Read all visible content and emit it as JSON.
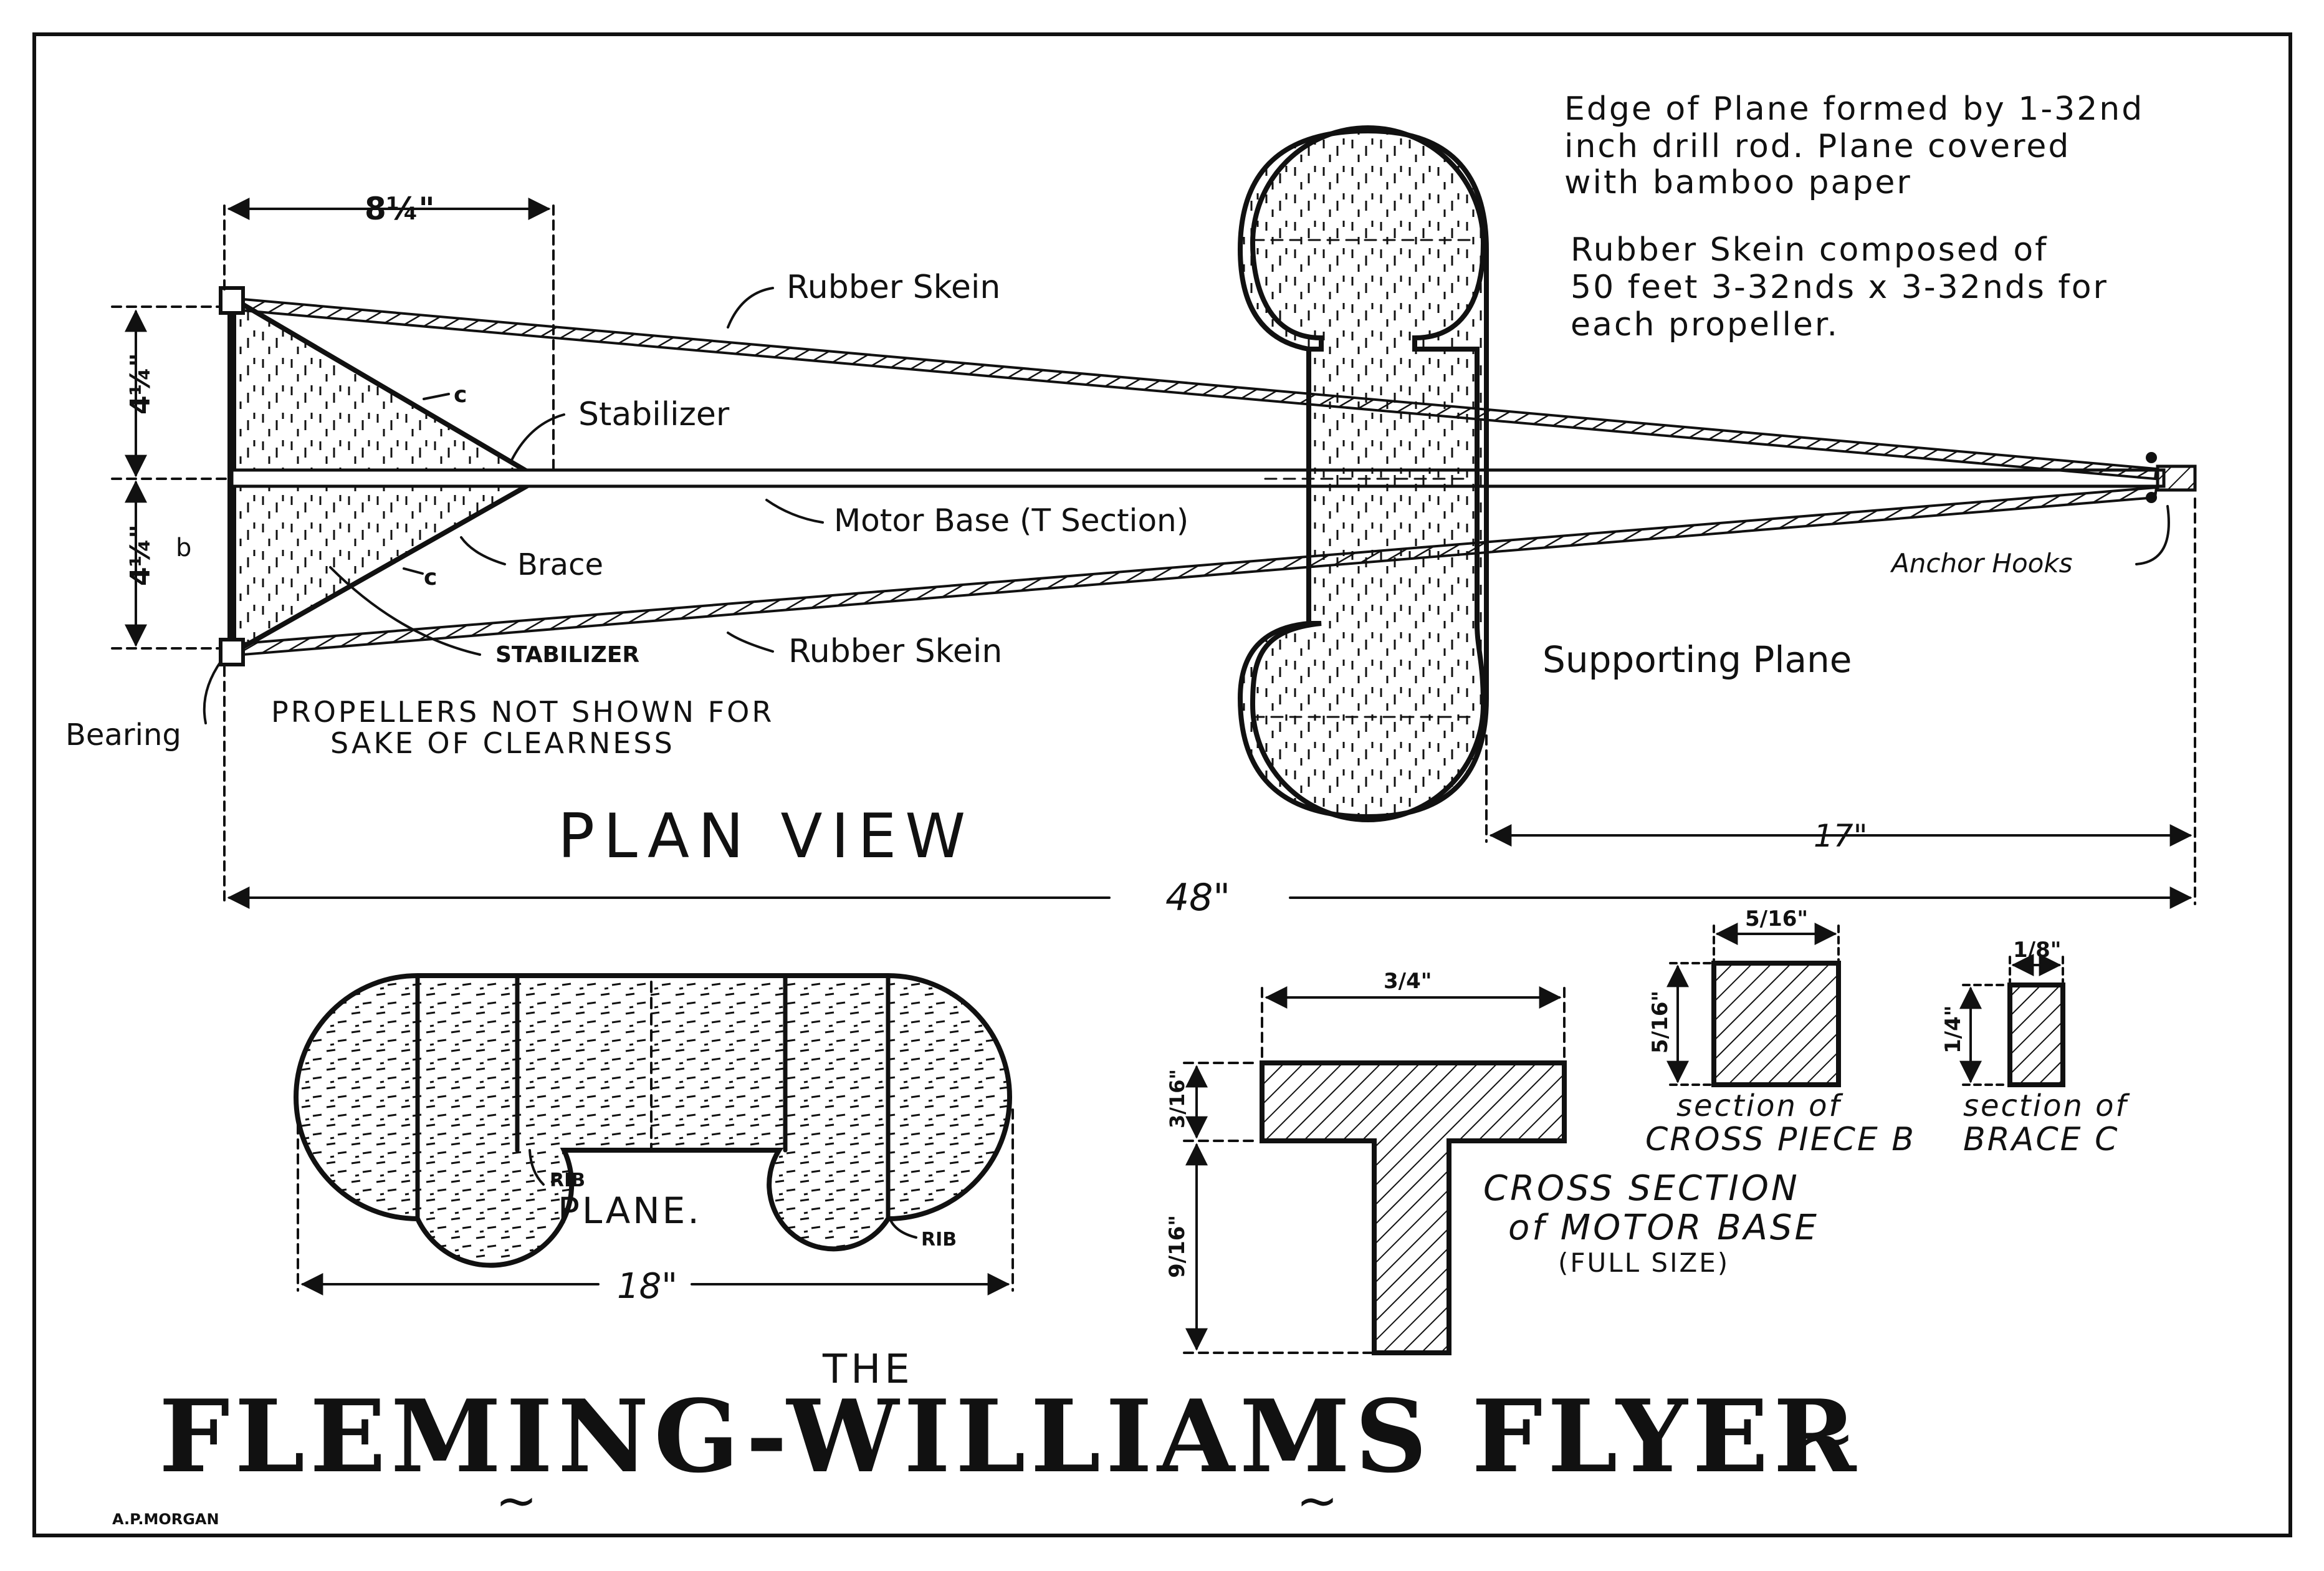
{
  "title": {
    "small": "THE",
    "main": "FLEMING-WILLIAMS FLYER",
    "tilde": "~"
  },
  "credit": "A.P.MORGAN",
  "plan_view": {
    "heading": "PLAN VIEW",
    "dim_width": "8¼\"",
    "dim_upper_half": "4¼\"",
    "dim_lower_half": "4¼\"",
    "dim_total_length": "48\"",
    "dim_plane_to_end": "17\"",
    "labels": {
      "rubber_skein_top": "Rubber Skein",
      "rubber_skein_bottom": "Rubber Skein",
      "stabilizer": "Stabilizer",
      "stabilizer_lower": "STABILIZER",
      "motor_base": "Motor Base (T Section)",
      "brace": "Brace",
      "bearing": "Bearing",
      "anchor_hooks": "Anchor Hooks",
      "supporting_plane": "Supporting Plane",
      "mark_b": "b",
      "mark_c_upper": "c",
      "mark_c_lower": "c"
    },
    "note_propellers": [
      "PROPELLERS NOT SHOWN FOR",
      "SAKE OF CLEARNESS"
    ]
  },
  "notes": {
    "edge": [
      "Edge of Plane formed by 1-32nd",
      "inch drill rod. Plane covered",
      "with bamboo paper"
    ],
    "skein": [
      "Rubber Skein composed of",
      "50 feet 3-32nds x 3-32nds for",
      "each propeller."
    ]
  },
  "plane_detail": {
    "label": "PLANE.",
    "rib_left": "RIB",
    "rib_right": "RIB",
    "dim_width": "18\""
  },
  "cross_section_motor_base": {
    "caption": [
      "CROSS SECTION",
      "of MOTOR BASE",
      "(FULL SIZE)"
    ],
    "dim_top_width": "3/4\"",
    "dim_flange": "3/16\"",
    "dim_stem": "9/16\""
  },
  "cross_piece_b": {
    "dim_width": "5/16\"",
    "dim_height": "5/16\"",
    "caption": [
      "section of",
      "CROSS PIECE B"
    ]
  },
  "brace_c": {
    "dim_width": "1/8\"",
    "dim_height": "1/4\"",
    "caption": [
      "section of",
      "BRACE C"
    ]
  },
  "colors": {
    "ink": "#111111",
    "paper": "#ffffff"
  }
}
